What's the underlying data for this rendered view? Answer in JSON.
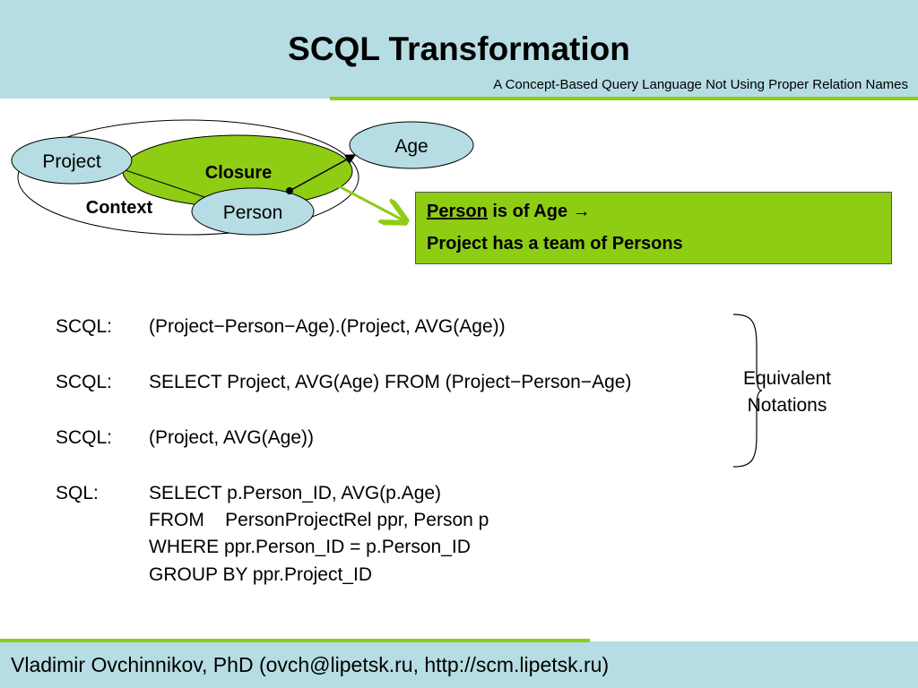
{
  "header": {
    "title": "SCQL Transformation",
    "subtitle": "A Concept-Based Query Language Not Using Proper Relation Names"
  },
  "diagram": {
    "context_label": "Context",
    "closure_label": "Closure",
    "project_label": "Project",
    "person_label": "Person",
    "age_label": "Age"
  },
  "note": {
    "line1_underlined": "Person",
    "line1_rest": " is of Age →",
    "line2": "Project has a team of Persons"
  },
  "code": [
    {
      "label": "SCQL:",
      "text": "(Project−Person−Age).(Project, AVG(Age))"
    },
    {
      "label": "SCQL:",
      "text": "SELECT Project, AVG(Age) FROM (Project−Person−Age)"
    },
    {
      "label": "SCQL:",
      "text": "(Project, AVG(Age))"
    },
    {
      "label": "SQL:",
      "text": "SELECT p.Person_ID, AVG(p.Age)"
    },
    {
      "label": "",
      "text": "FROM    PersonProjectRel ppr, Person p"
    },
    {
      "label": "",
      "text": "WHERE ppr.Person_ID = p.Person_ID"
    },
    {
      "label": "",
      "text": "GROUP BY ppr.Project_ID"
    }
  ],
  "equivalent": {
    "line1": "Equivalent",
    "line2": "Notations"
  },
  "footer": {
    "text": "Vladimir Ovchinnikov, PhD (ovch@lipetsk.ru, http://scm.lipetsk.ru)"
  },
  "colors": {
    "header_bg": "#b6dde3",
    "accent_green": "#8fcc14",
    "node_fill": "#b6dde3"
  }
}
